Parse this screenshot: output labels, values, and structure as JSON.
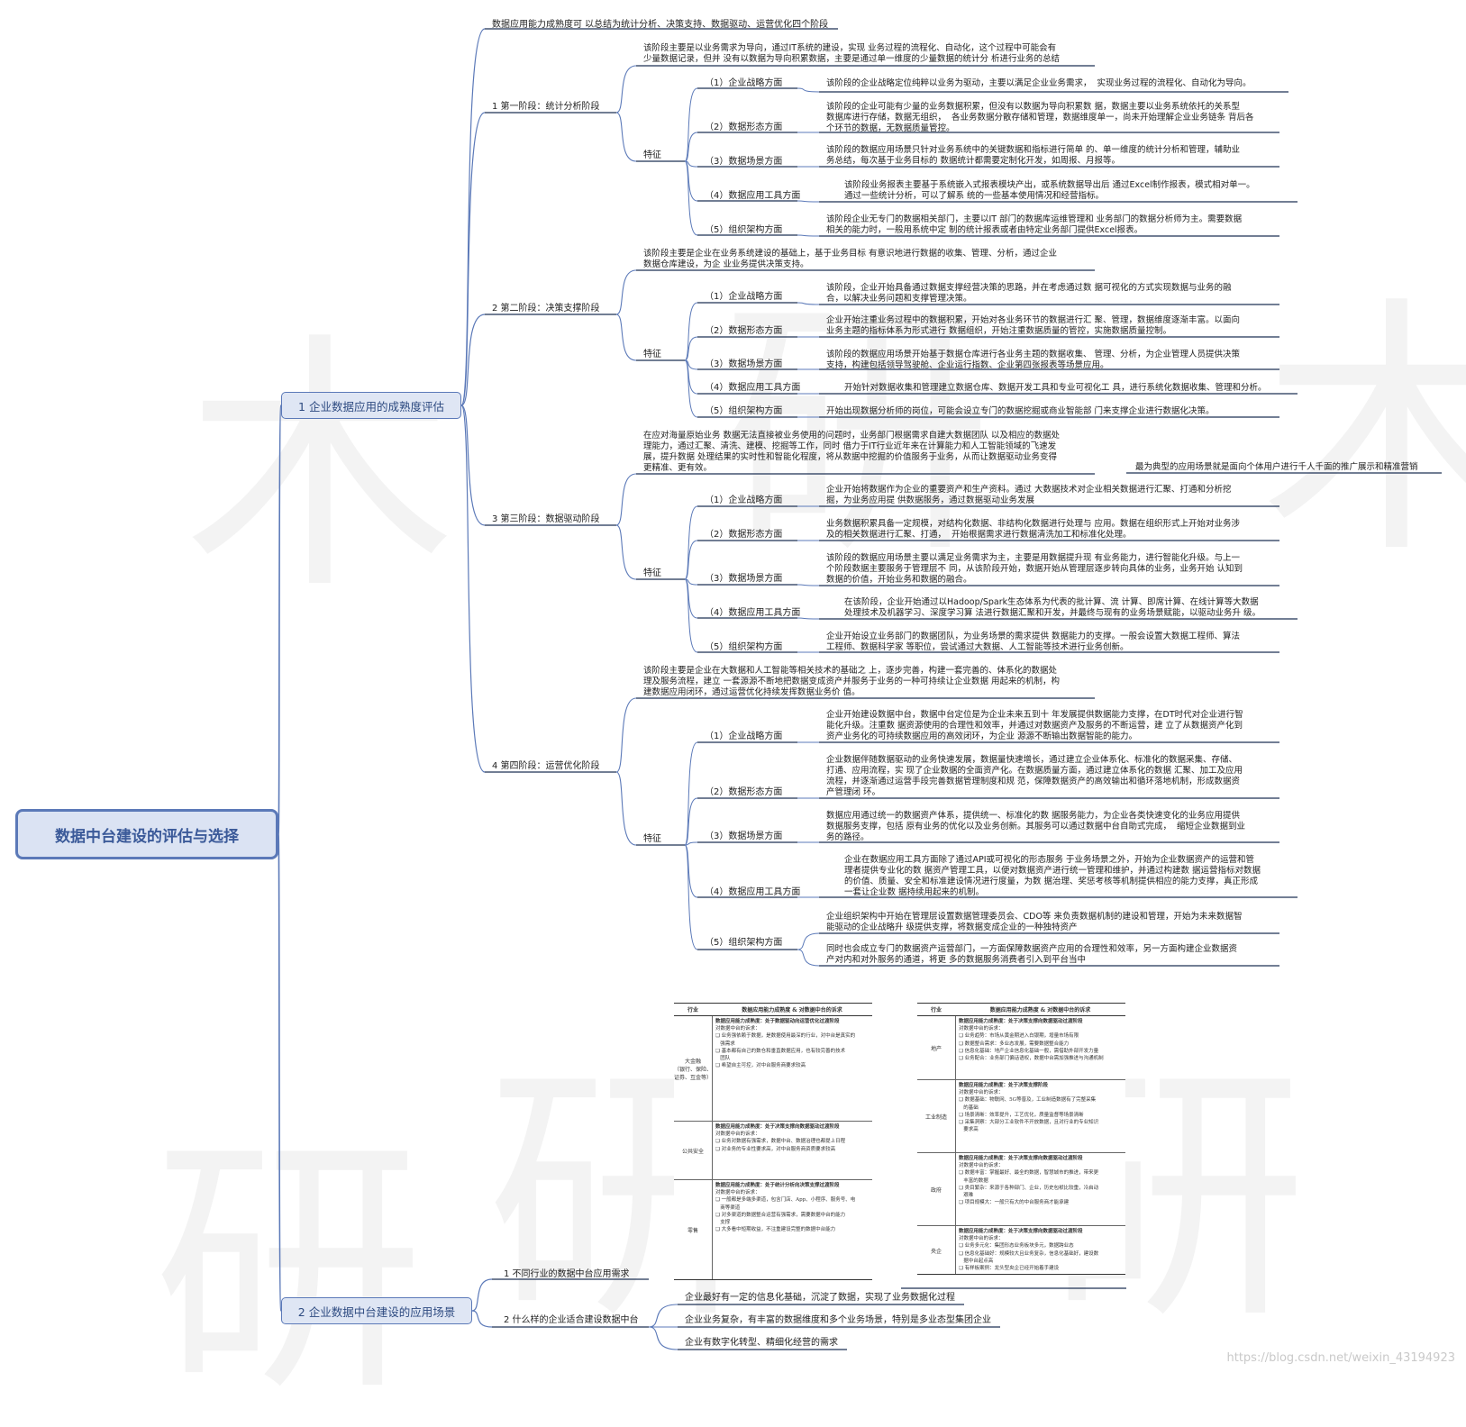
{
  "root_title": "数据中台建设的评估与选择",
  "watermark": "https://blog.csdn.net/weixin_43194923",
  "watermark_glyphs": [
    "木",
    "研",
    "木",
    "研",
    "研",
    "研"
  ],
  "section1": {
    "title": "1 企业数据应用的成熟度评估",
    "summary": "数据应用能力成熟度可 以总结为统计分析、决策支持、数据驱动、运营优化四个阶段",
    "feature_label": "特征",
    "aspects": [
      "（1）企业战略方面",
      "（2）数据形态方面",
      "（3）数据场景方面",
      "（4）数据应用工具方面",
      "（5）组织架构方面"
    ],
    "stages": [
      {
        "label": "1 第一阶段：统计分析阶段",
        "desc": "该阶段主要是以业务需求为导向，通过IT系统的建设，实现 业务过程的流程化、自动化，这个过程中可能会有\n少量数据记录，但并 没有以数据为导向积累数据，主要是通过单一维度的少量数据的统计分 析进行业务的总结",
        "details": [
          "该阶段的企业战略定位纯粹以业务为驱动，主要以满足企业业务需求，  实现业务过程的流程化、自动化为导向。",
          "该阶段的企业可能有少量的业务数据积累，但没有以数据为导向积累数 据，数据主要以业务系统依托的关系型\n数据库进行存储，数据无组织，  各业务数据分散存储和管理，数据维度单一，尚未开始理解企业业务链条 背后各\n个环节的数据，无数据质量管控。",
          "该阶段的数据应用场景只针对业务系统中的关键数据和指标进行简单 的、单一维度的统计分析和管理，辅助业\n务总结，每次基于业务目标的 数据统计都需要定制化开发，如周报、月报等。",
          "该阶段业务报表主要基于系统嵌入式报表模块产出，或系统数据导出后 通过Excel制作报表，模式相对单一。\n通过一些统计分析，可以了解系 统的一些基本使用情况和经营指标。",
          "该阶段企业无专门的数据相关部门，主要以IT 部门的数据库运维管理和 业务部门的数据分析师为主。需要数据\n相关的能力时，一般用系统中定 制的统计报表或者由特定业务部门提供Excel报表。"
        ]
      },
      {
        "label": "2 第二阶段：决策支撑阶段",
        "desc": "该阶段主要是企业在业务系统建设的基础上，基于业务目标 有意识地进行数据的收集、管理、分析，通过企业\n数据仓库建设，为企 业业务提供决策支持。",
        "details": [
          "该阶段，企业开始具备通过数据支撑经营决策的思路，并在考虑通过数 据可视化的方式实现数据与业务的融\n合，以解决业务问题和支撑管理决策。",
          "企业开始注重业务过程中的数据积累，开始对各业务环节的数据进行汇 聚、管理，数据维度逐渐丰富。以面向\n业务主题的指标体系为形式进行 数据组织，开始注重数据质量的管控，实施数据质量控制。",
          "该阶段的数据应用场景开始基于数据仓库进行各业务主题的数据收集、 管理、分析，为企业管理人员提供决策\n支持，构建包括领导驾驶舱、企业运行指数、企业第四张报表等场景应用。",
          "开始针对数据收集和管理建立数据仓库、数据开发工具和专业可视化工 具，进行系统化数据收集、管理和分析。",
          "开始出现数据分析师的岗位，可能会设立专门的数据挖掘或商业智能部 门来支撑企业进行数据化决策。"
        ]
      },
      {
        "label": "3 第三阶段：数据驱动阶段",
        "desc": "在应对海量原始业务 数据无法直接被业务使用的问题时，业务部门根据需求自建大数据团队 以及相应的数据处\n理能力，通过汇聚、清洗、建模、挖掘等工作，同时 借力于IT行业近年来在计算能力和人工智能领域的飞速发\n展，提升数据 处理结果的实时性和智能化程度，将从数据中挖掘的价值服务于业务，从而让数据驱动业务变得\n更精准、更有效。",
        "note": "最为典型的应用场景就是面向个体用户进行千人千面的推广展示和精准营销",
        "details": [
          "企业开始将数据作为企业的重要资产和生产资料。通过 大数据技术对企业相关数据进行汇聚、打通和分析挖\n掘，为业务应用提 供数据服务，通过数据驱动业务发展",
          "业务数据积累具备一定规模，对结构化数据、非结构化数据进行处理与 应用。数据在组织形式上开始对业务涉\n及的相关数据进行汇聚、打通，  开始根据需求进行数据清洗加工和标准化处理。",
          "该阶段的数据应用场景主要以满足业务需求为主，主要是用数据提升现 有业务能力，进行智能化升级。与上一\n个阶段数据主要服务于管理层不 同，从该阶段开始，数据开始从管理层逐步转向具体的业务，业务开始 认知到\n数据的价值，开始业务和数据的融合。",
          "在该阶段，企业开始通过以Hadoop/Spark生态体系为代表的批计算、流 计算、即席计算、在线计算等大数据\n处理技术及机器学习、深度学习算 法进行数据汇聚和开发，并最终与现有的业务场景赋能，以驱动业务升 级。",
          "企业开始设立业务部门的数据团队，为业务场景的需求提供 数据能力的支撑。一般会设置大数据工程师、算法\n工程师、数据科学家 等职位，尝试通过大数据、人工智能等技术进行业务创新。"
        ]
      },
      {
        "label": "4 第四阶段：运营优化阶段",
        "desc": "该阶段主要是企业在大数据和人工智能等相关技术的基础之 上，逐步完善，构建一套完善的、体系化的数据处\n理及服务流程，建立 一套源源不断地把数据变成资产并服务于业务的一种可持续让企业数据 用起来的机制，构\n建数据应用闭环，通过运营优化持续发挥数据业务价 值。",
        "details": [
          "企业开始建设数据中台，数据中台定位是为企业未来五到十 年发展提供数据能力支撑，在DT时代对企业进行智\n能化升级。注重数 据资源使用的合理性和效率，并通过对数据资产及服务的不断运营，建 立了从数据资产化到\n资产业务化的可持续数据应用的高效闭环，为企业 源源不断输出数据智能的能力。",
          "企业数据伴随数据驱动的业务快速发展，数据量快速增长，通过建立企业体系化、标准化的数据采集、存储、\n打通、应用流程，实 现了企业数据的全面资产化。在数据质量方面，通过建立体系化的数据 汇聚、加工及应用\n流程，并逐渐通过运营手段完善数据管理制度和规 范，保障数据资产的高效输出和循环落地机制，形成数据资\n产管理闭 环。",
          "数据应用通过统一的数据资产体系，提供统一、标准化的数 据服务能力，为企业各类快速变化的业务应用提供\n数据服务支撑，包括 原有业务的优化以及业务创新。其服务可以通过数据中台自助式完成，  缩短企业数据到业\n务的路径。",
          "企业在数据应用工具方面除了通过API或可视化的形态服务 于业务场景之外，开始为企业数据资产的运营和管\n理者提供专业化的数 据资产管理工具，以便对数据资产进行统一管理和维护，并通过构建数 据运营指标对数据\n的价值、质量、安全和标准建设情况进行度量，为数 据治理、奖惩考核等机制提供相应的能力支撑，真正形成\n一套让企业数 据持续用起来的机制。"
        ],
        "org_details": [
          "企业组织架构中开始在管理层设置数据管理委员会、CDO等 来负责数据机制的建设和管理，开始为未来数据智\n能驱动的企业战略升 级提供支撑，将数据变成企业的一种独特资产",
          "同时也会成立专门的数据资产运营部门，一方面保障数据资产应用的合理性和效率，另一方面构建企业数据资\n产对内和对外服务的通道，将更 多的数据服务消费者引入到平台当中"
        ]
      }
    ]
  },
  "section2": {
    "title": "2 企业数据中台建设的应用场景",
    "q1": "1 不同行业的数据中台应用需求",
    "q2": "2 什么样的企业适合建设数据中台",
    "answers": [
      "企业最好有一定的信息化基础，沉淀了数据，实现了业务数据化过程",
      "企业业务复杂，有丰富的数据维度和多个业务场景，特别是多业态型集团企业",
      "企业有数字化转型、精细化经营的需求"
    ]
  },
  "table_left": {
    "col1": "行业",
    "col2": "数据应用能力成熟度 & 对数据中台的诉求",
    "rows": [
      {
        "industry": "大金融\n（银行、保险、\n证券、互金等）",
        "content": [
          "数据应用能力成熟度：处于数据驱动向运营优化过渡阶段",
          "对数据中台的诉求：",
          "❏ 业务强依赖于数据，是数据使用最深的行业，对中台是真实的",
          "   强需求",
          "❏ 基本都有自己的数仓和垂直数据应用，也有较完善的技术",
          "   团队",
          "❏ 希望自主可控，对中台服务商要求较高"
        ]
      },
      {
        "industry": "公共安全",
        "content": [
          "数据应用能力成熟度：处于决策支撑向数据驱动过渡阶段",
          "对数据中台的诉求：",
          "❏ 业务对数据有强需求，数据中台、数据治理也都提上日程",
          "❏ 对业务的专业性要求高，对中台服务商资质要求较高"
        ]
      },
      {
        "industry": "零售",
        "content": [
          "数据应用能力成熟度：处于统计分析向决策支撑过渡阶段",
          "对数据中台的诉求：",
          "❏ 一般都是多端多渠道，包含门店、App、小程序、服务号、电",
          "   商等渠道",
          "❏ 对多渠道的数据整合运营有强需求，需要数据中台的能力",
          "   支撑",
          "❏ 大多看中短期收益，不注重建设完整的数据中台能力"
        ]
      }
    ]
  },
  "table_right": {
    "col1": "行业",
    "col2": "数据应用能力成熟度 & 对数据中台的诉求",
    "rows": [
      {
        "industry": "地产",
        "content": [
          "数据应用能力成熟度：处于决策支撑向数据驱动过渡阶段",
          "对数据中台的诉求：",
          "❏ 业务趋势：市场从黄金期进入白银期，增量市场有限",
          "❏ 数据整合需求：多业态发展，需要数据整合能力",
          "❏ 信息化基础：地产企业信息化基础一般，需借助外部开发力量",
          "❏ 业务配合：业务部门偏话语权，数据中台需加强推进与沟通机制"
        ]
      },
      {
        "industry": "工业制造",
        "content": [
          "数据应用能力成熟度：处于决策支撑阶段",
          "对数据中台的诉求：",
          "❏ 数据基础：物联网、5G等普及，工业制造数据有了完整采集",
          "   的基础",
          "❏ 场景清晰：效率提升，工艺优化，质量监督等场景清晰",
          "❏ 采集洞察：大部分工业软件不开放数据，且对行业的专业知识",
          "   要求高"
        ]
      },
      {
        "industry": "政府",
        "content": [
          "数据应用能力成熟度：处于决策支撑向数据驱动过渡阶段",
          "对数据中台的诉求：",
          "❏ 数据丰富：掌握最好、最全的数据，智慧城市的推进，带来更",
          "   丰富的数据",
          "❏ 类目繁杂：来源于各种部门、企业，历史包袱比较重，冷启动",
          "   艰难",
          "❏ 项目规模大：一般只有大的中台服务商才能承建"
        ]
      },
      {
        "industry": "央企",
        "content": [
          "数据应用能力成熟度：处于决策支撑向数据驱动过渡阶段",
          "对数据中台的诉求：",
          "❏ 业务多元化：集团形态业务板块多元，数据跨业态",
          "❏ 信息化基础好：规模较大且业务复杂，信息化基础好，建设数",
          "   据中台起点高",
          "❏ 有样板案例：龙头型央企已经开始着手建设"
        ]
      }
    ]
  }
}
